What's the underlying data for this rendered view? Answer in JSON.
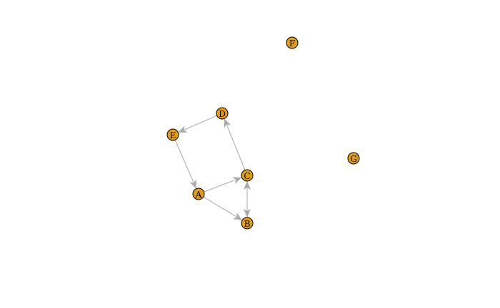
{
  "graph": {
    "nodes": [
      {
        "id": "A",
        "label": "A"
      },
      {
        "id": "B",
        "label": "B"
      },
      {
        "id": "C",
        "label": "C"
      },
      {
        "id": "D",
        "label": "D"
      },
      {
        "id": "E",
        "label": "E"
      },
      {
        "id": "F",
        "label": "F"
      },
      {
        "id": "G",
        "label": "G"
      }
    ],
    "edges": [
      {
        "from": "A",
        "to": "B"
      },
      {
        "from": "A",
        "to": "C"
      },
      {
        "from": "B",
        "to": "C"
      },
      {
        "from": "C",
        "to": "B"
      },
      {
        "from": "C",
        "to": "D"
      },
      {
        "from": "D",
        "to": "E"
      },
      {
        "from": "E",
        "to": "A"
      }
    ],
    "node_fill": "#e69f00",
    "edge_color": "#a9a9a9"
  }
}
